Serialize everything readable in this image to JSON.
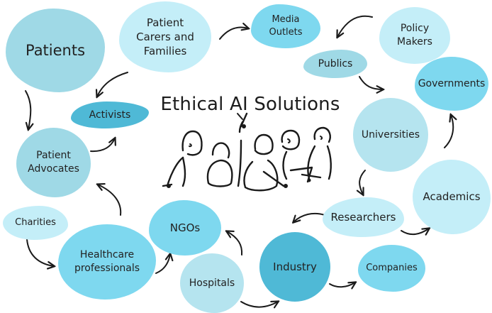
{
  "title": "Ethical AI Solutions",
  "colors": {
    "light_blue": "#c4eef8",
    "pale_blue": "#b5e4ef",
    "mid_blue": "#9fd9e6",
    "teal": "#8dcfdf",
    "bright_blue": "#7ed8ef",
    "accent": "#4fb9d6",
    "ink": "#1a1a1a"
  },
  "nodes": {
    "patients": "Patients",
    "carers": "Patient\nCarers and\nFamilies",
    "media": "Media\nOutlets",
    "policy": "Policy\nMakers",
    "publics": "Publics",
    "governments": "Governments",
    "activists": "Activists",
    "advocates": "Patient\nAdvocates",
    "universities": "Universities",
    "academics": "Academics",
    "researchers": "Researchers",
    "charities": "Charities",
    "ngos": "NGOs",
    "healthcare": "Healthcare\nprofessionals",
    "hospitals": "Hospitals",
    "industry": "Industry",
    "companies": "Companies"
  },
  "illustration": "people-discussing-icon"
}
